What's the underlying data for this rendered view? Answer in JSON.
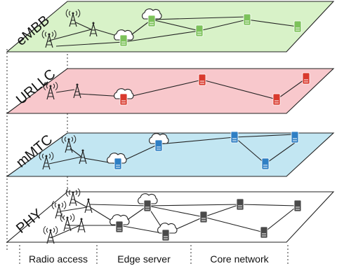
{
  "diagram": {
    "layers": [
      {
        "id": "embb",
        "label": "eMBB",
        "fill": "#d8f2c8",
        "server_color": "#7cc25a"
      },
      {
        "id": "urllc",
        "label": "URLLC",
        "fill": "#f8c8cc",
        "server_color": "#d93a2e"
      },
      {
        "id": "mmtc",
        "label": "mMTC",
        "fill": "#c2e6f2",
        "server_color": "#2f7fc4"
      },
      {
        "id": "phy",
        "label": "PHY",
        "fill": "#ffffff",
        "server_color": "#4a4a4a"
      }
    ],
    "regions": [
      "Radio access",
      "Edge server",
      "Core network"
    ],
    "colors": {
      "outline": "#222222",
      "tower": "#222222"
    }
  }
}
